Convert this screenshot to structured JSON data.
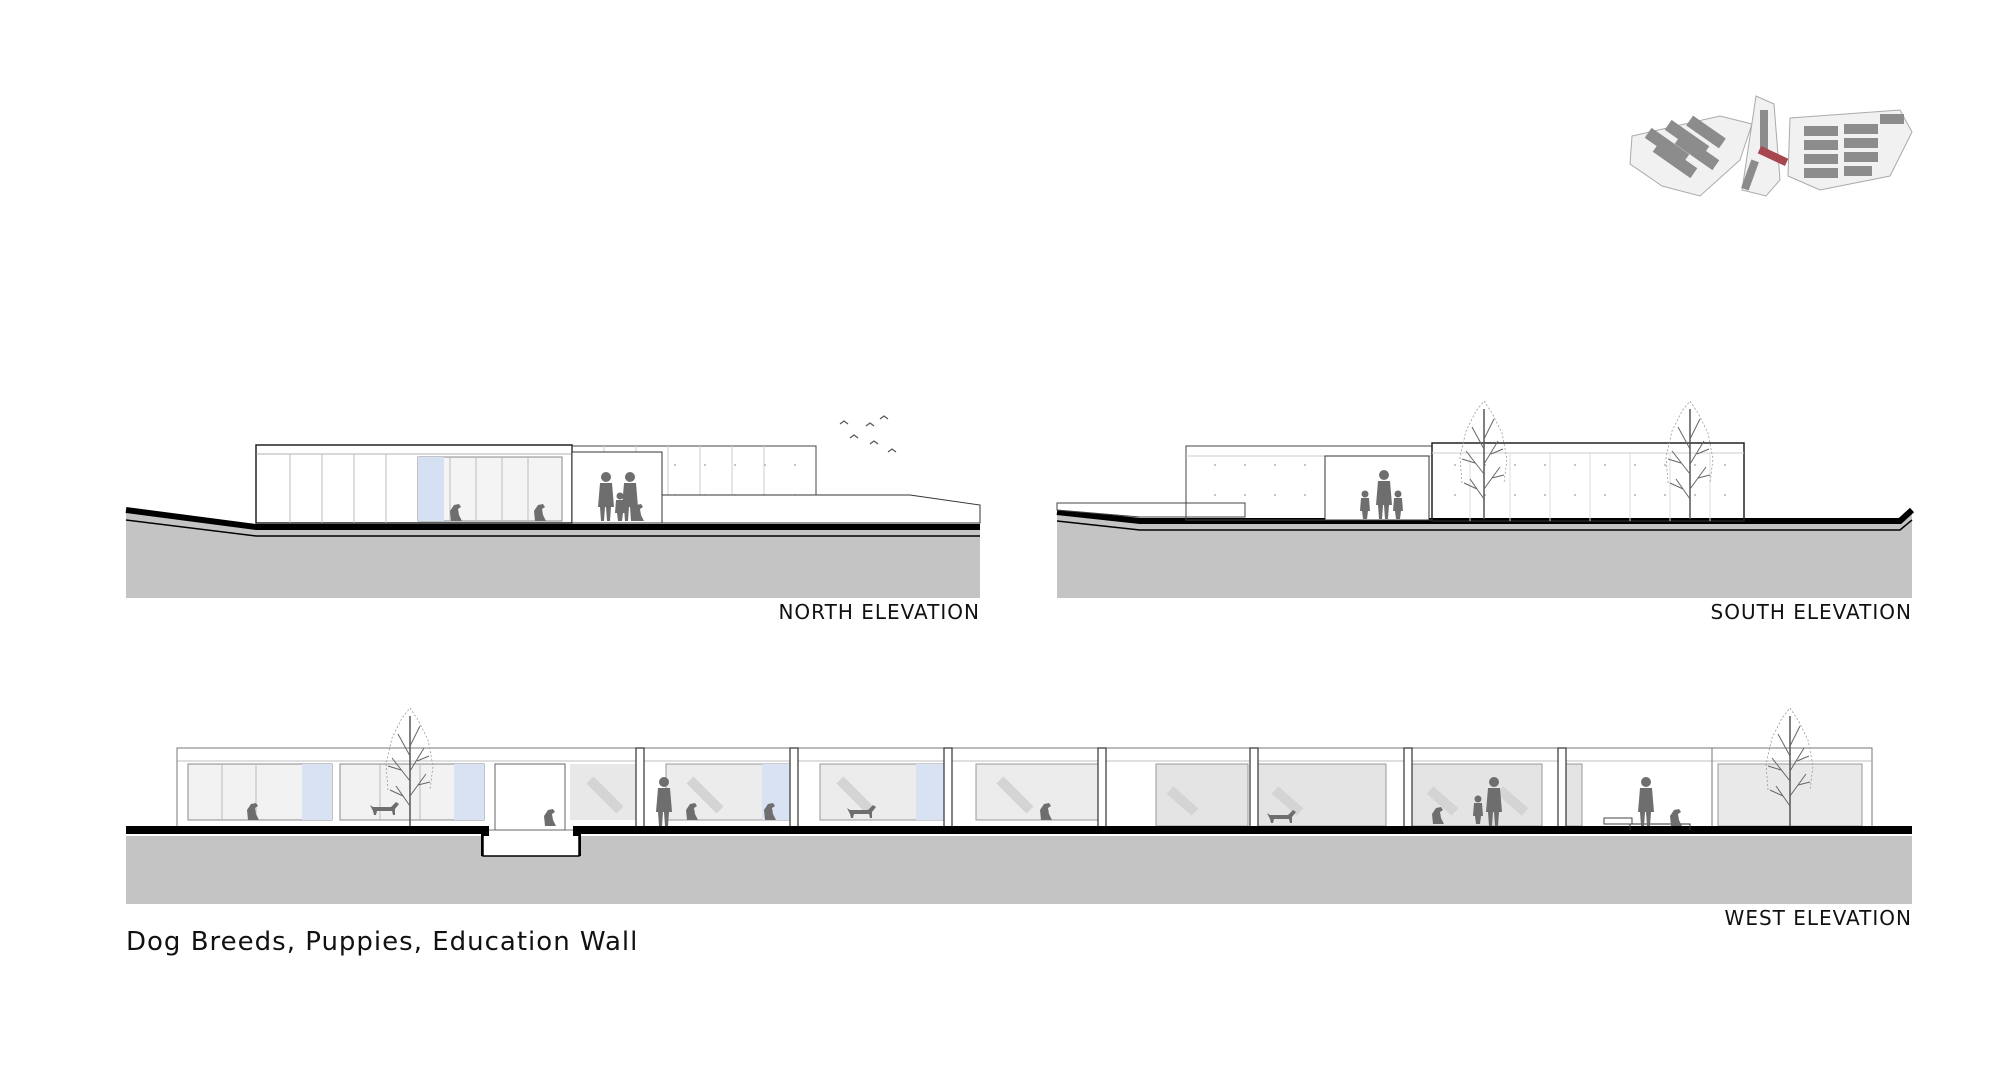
{
  "sheet": {
    "caption": "Dog Breeds, Puppies, Education Wall",
    "elevations": {
      "north": "NORTH ELEVATION",
      "south": "SOUTH ELEVATION",
      "west": "WEST ELEVATION"
    },
    "key_plan": {
      "highlight_color": "#a8464f",
      "building_color": "#8c8c8c"
    }
  },
  "colors": {
    "ground_fill": "#c4c4c4",
    "ground_line": "#000000",
    "facade_line": "#8a8a8a",
    "glass_tint": "#d9e2f2",
    "figure": "#6e6e6e"
  }
}
